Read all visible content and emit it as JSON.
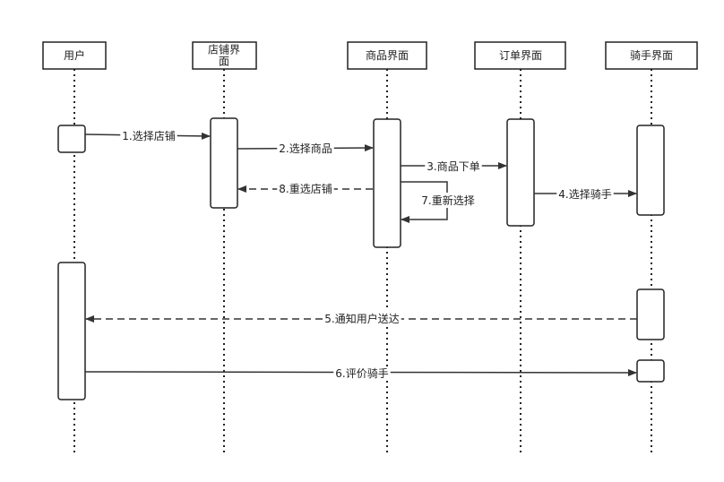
{
  "actors": [
    {
      "id": "user",
      "lines": [
        "用户"
      ]
    },
    {
      "id": "shop",
      "lines": [
        "店铺界",
        "面"
      ]
    },
    {
      "id": "goods",
      "lines": [
        "商品界面"
      ]
    },
    {
      "id": "order",
      "lines": [
        "订单界面"
      ]
    },
    {
      "id": "rider",
      "lines": [
        "骑手界面"
      ]
    }
  ],
  "messages": [
    {
      "id": "m1",
      "label": "1.选择店铺",
      "from": "user",
      "to": "shop",
      "style": "solid"
    },
    {
      "id": "m2",
      "label": "2.选择商品",
      "from": "shop",
      "to": "goods",
      "style": "solid"
    },
    {
      "id": "m3",
      "label": "3.商品下单",
      "from": "goods",
      "to": "order",
      "style": "solid"
    },
    {
      "id": "m4",
      "label": "4.选择骑手",
      "from": "order",
      "to": "rider",
      "style": "solid"
    },
    {
      "id": "m5",
      "label": "5.通知用户送达",
      "from": "rider",
      "to": "user",
      "style": "dashed"
    },
    {
      "id": "m6",
      "label": "6.评价骑手",
      "from": "user",
      "to": "rider",
      "style": "solid"
    },
    {
      "id": "m7",
      "label": "7.重新选择",
      "from": "goods",
      "to": "goods",
      "style": "solid"
    },
    {
      "id": "m8",
      "label": "8.重选店铺",
      "from": "goods",
      "to": "shop",
      "style": "dashed"
    }
  ]
}
